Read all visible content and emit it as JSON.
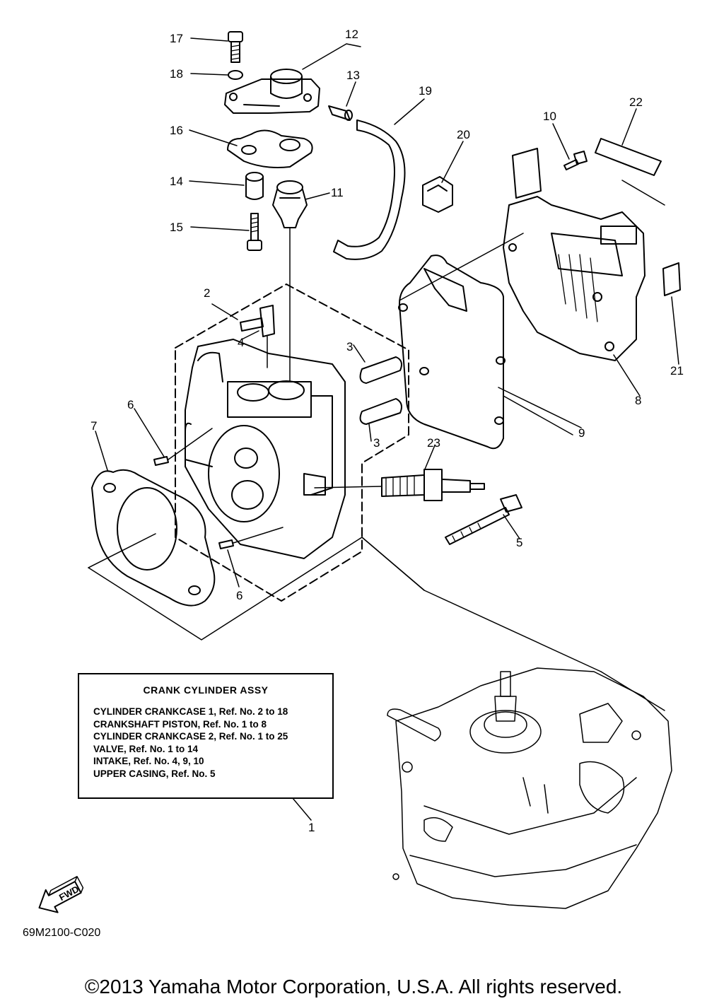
{
  "callouts": [
    "1",
    "2",
    "3",
    "3",
    "4",
    "5",
    "6",
    "6",
    "7",
    "8",
    "9",
    "10",
    "11",
    "12",
    "13",
    "14",
    "15",
    "16",
    "17",
    "18",
    "19",
    "20",
    "21",
    "22",
    "23"
  ],
  "note": {
    "title": "CRANK CYLINDER ASSY",
    "lines": [
      "CYLINDER CRANKCASE 1,  Ref. No. 2 to 18",
      "CRANKSHAFT PISTON,  Ref. No. 1 to 8",
      "CYLINDER CRANKCASE 2,  Ref. No. 1 to 25",
      "VALVE, Ref. No. 1 to 14",
      "INTAKE, Ref. No. 4, 9, 10",
      "UPPER CASING,  Ref. No. 5"
    ]
  },
  "fwd_label": "FWD",
  "diagram_code": "69M2100-C020",
  "copyright": "©2013 Yamaha Motor Corporation, U.S.A. All rights reserved.",
  "icons": [
    "fwd-arrow-icon"
  ]
}
